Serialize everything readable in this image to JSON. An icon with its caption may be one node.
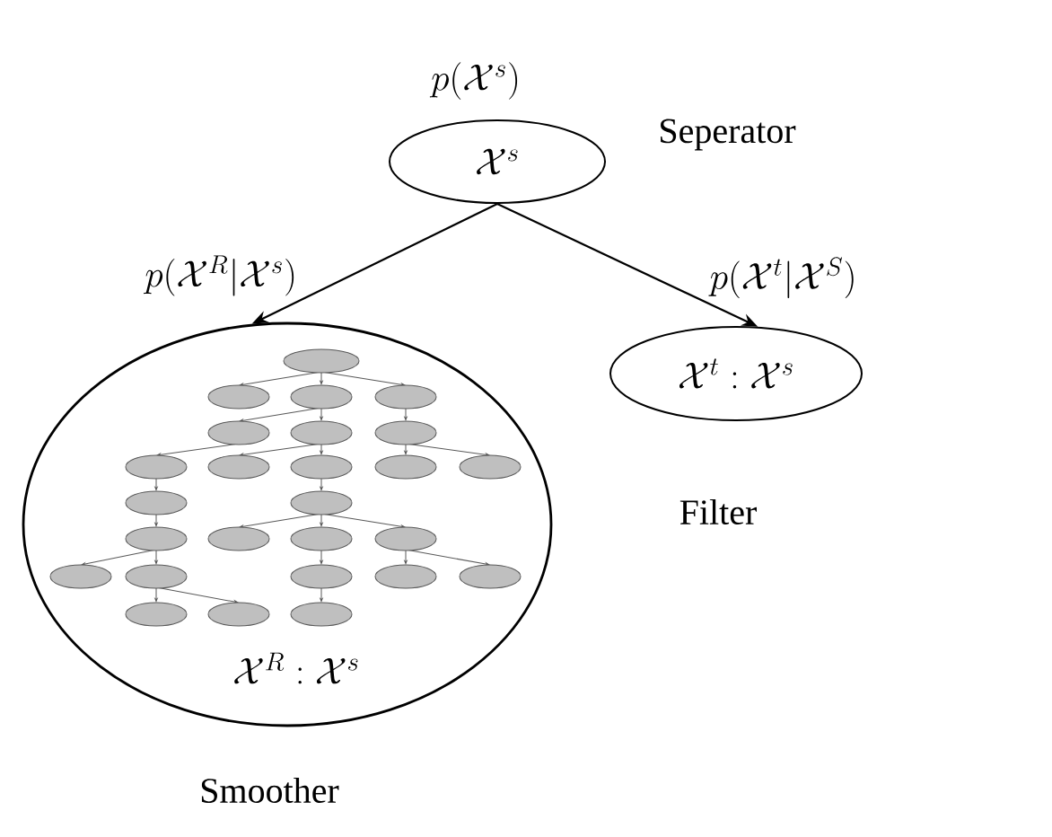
{
  "diagram": {
    "nodes": [
      {
        "text": [
          "\\mathcal{X}^s"
        ],
        "beside": [
          "p(\\mathcal{X}^s)",
          "Seperator"
        ]
      },
      {
        "text": [
          "\\mathcal{X}^R : \\mathcal{X}^s"
        ],
        "beside": [
          "Smoother"
        ]
      },
      {
        "text": [
          "\\mathcal{X}^t : \\mathcal{X}^s"
        ],
        "beside": [
          "Filter"
        ]
      }
    ],
    "edges": [
      {
        "from": 0,
        "to": 1,
        "arrow": "to",
        "label": "p(\\mathcal{X}^R|\\mathcal{X}^s)"
      },
      {
        "from": 0,
        "to": 2,
        "arrow": "to",
        "label": "p(\\mathcal{X}^t|\\mathcal{X}^S)"
      }
    ]
  }
}
